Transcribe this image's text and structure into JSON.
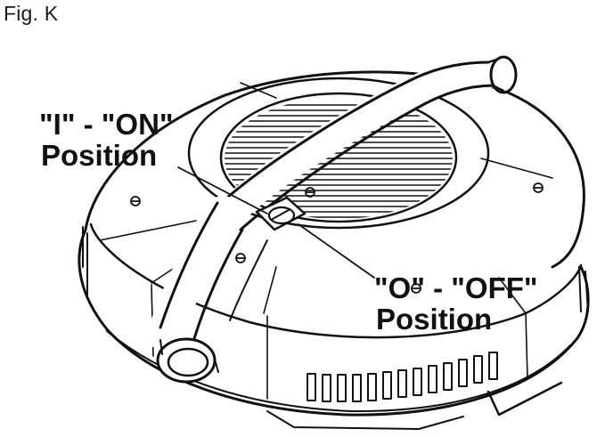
{
  "figure": {
    "label": "Fig. K"
  },
  "callouts": {
    "on": {
      "line1": "\"I\" - \"ON\"",
      "line2": "Position"
    },
    "off": {
      "line1": "\"O\" - \"OFF\"",
      "line2": "Position"
    }
  },
  "colors": {
    "ink": "#111111",
    "background": "#ffffff"
  }
}
